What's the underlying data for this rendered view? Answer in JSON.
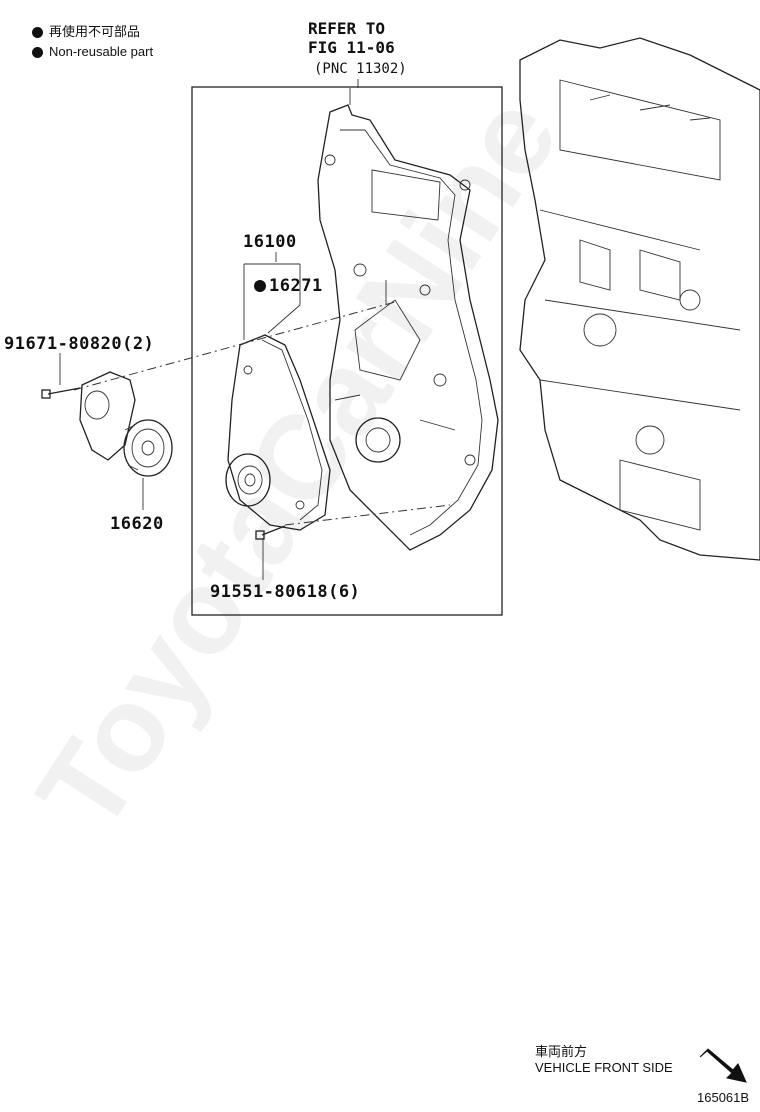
{
  "legend": {
    "jp": "再使用不可部品",
    "en": "Non-reusable part"
  },
  "reference": {
    "line1": "REFER TO",
    "line2": "FIG 11-06",
    "line3": "(PNC 11302)"
  },
  "parts": {
    "p16100": "16100",
    "p16271": "16271",
    "p91671": "91671-80820(2)",
    "p16620": "16620",
    "p91551": "91551-80618(6)"
  },
  "direction": {
    "jp": "車両前方",
    "en": "VEHICLE FRONT SIDE"
  },
  "figure_id": "165061B",
  "watermark": "ToyotaCarNine",
  "icons": {
    "non_reusable_marker": "filled-circle",
    "front_direction": "bold-arrow-down-right"
  }
}
